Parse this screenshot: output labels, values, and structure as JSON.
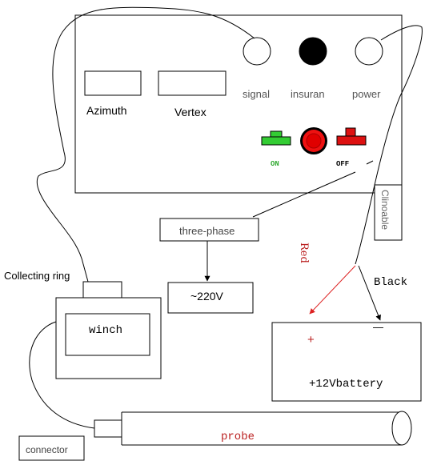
{
  "panel": {
    "azimuth_label": "Azimuth",
    "vertex_label": "Vertex",
    "signal_label": "signal",
    "insuran_label": "insuran",
    "power_label": "power",
    "on_label": "ON",
    "off_label": "OFF"
  },
  "clinoable_label": "Clinoable",
  "three_phase_label": "three-phase",
  "voltage_label": "~220V",
  "collecting_ring_label": "Collecting ring",
  "winch_label": "winch",
  "red_wire_label": "Red",
  "black_wire_label": "Black",
  "battery": {
    "plus_label": "+",
    "minus_label": "—",
    "label": "+12Vbattery"
  },
  "probe_label": "probe",
  "connector_label": "connector",
  "colors": {
    "on_switch": "#33cc33",
    "off_switch": "#dd1111",
    "insurance": "#000000",
    "power_lamp": "#ee1111",
    "red_wire": "#dd2222",
    "text_red": "#bb2222"
  }
}
